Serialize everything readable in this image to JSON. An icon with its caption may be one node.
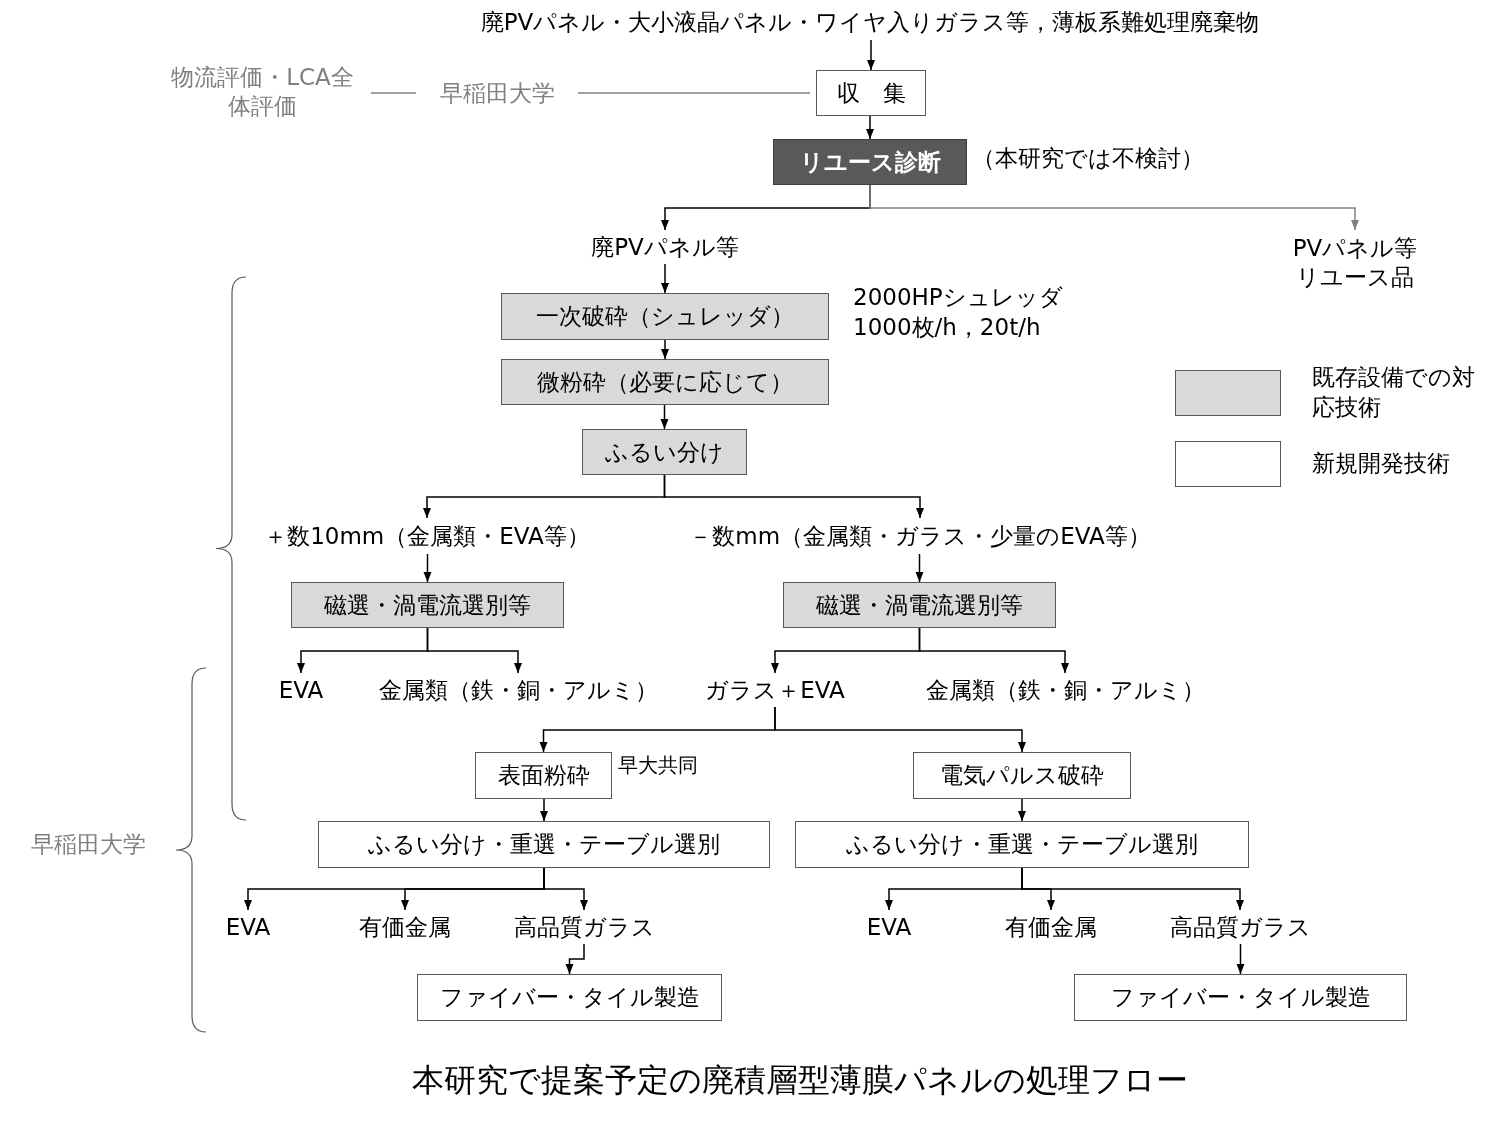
{
  "diagram": {
    "nodes": [
      {
        "text": [
          "廃PVパネル・大小液晶パネル・ワイヤ入りガラス等，薄板系難処理廃棄物"
        ]
      },
      {
        "text": [
          "収　集"
        ]
      },
      {
        "text": [
          "リユース診断"
        ],
        "beside": [
          "（本研究では不検討）"
        ]
      },
      {
        "text": [
          "廃PVパネル等"
        ]
      },
      {
        "text": [
          "PVパネル等リユース品"
        ]
      },
      {
        "text": [
          "一次破砕（シュレッダ）"
        ],
        "beside": [
          "2000HPシュレッダ",
          "1000枚/h，20t/h"
        ]
      },
      {
        "text": [
          "微粉砕（必要に応じて）"
        ]
      },
      {
        "text": [
          "ふるい分け"
        ]
      },
      {
        "text": [
          "＋数10mm（金属類・EVA等）"
        ]
      },
      {
        "text": [
          "－数mm（金属類・ガラス・少量のEVA等）"
        ]
      },
      {
        "text": [
          "磁選・渦電流選別等"
        ]
      },
      {
        "text": [
          "磁選・渦電流選別等"
        ]
      },
      {
        "text": [
          "EVA"
        ]
      },
      {
        "text": [
          "金属類（鉄・銅・アルミ）"
        ]
      },
      {
        "text": [
          "ガラス＋EVA"
        ]
      },
      {
        "text": [
          "金属類（鉄・銅・アルミ）"
        ]
      },
      {
        "text": [
          "表面粉砕"
        ],
        "beside": [
          "早大共同"
        ]
      },
      {
        "text": [
          "電気パルス破砕"
        ]
      },
      {
        "text": [
          "ふるい分け・重選・テーブル選別"
        ]
      },
      {
        "text": [
          "ふるい分け・重選・テーブル選別"
        ]
      },
      {
        "text": [
          "EVA"
        ]
      },
      {
        "text": [
          "有価金属"
        ]
      },
      {
        "text": [
          "高品質ガラス"
        ]
      },
      {
        "text": [
          "EVA"
        ]
      },
      {
        "text": [
          "有価金属"
        ]
      },
      {
        "text": [
          "高品質ガラス"
        ]
      },
      {
        "text": [
          "ファイバー・タイル製造"
        ]
      },
      {
        "text": [
          "ファイバー・タイル製造"
        ]
      },
      {
        "text": [
          "物流評価・LCA全体評価"
        ]
      },
      {
        "text": [
          "早稲田大学"
        ]
      }
    ],
    "edges": [
      {
        "from": 0,
        "to": 1,
        "arrow": "to"
      },
      {
        "from": 1,
        "to": 2,
        "arrow": "to"
      },
      {
        "from": 2,
        "to": 3,
        "arrow": "to"
      },
      {
        "from": 2,
        "to": 4,
        "arrow": "to",
        "color": "#808080"
      },
      {
        "from": 3,
        "to": 5,
        "arrow": "to"
      },
      {
        "from": 5,
        "to": 6,
        "arrow": "to"
      },
      {
        "from": 6,
        "to": 7,
        "arrow": "to"
      },
      {
        "from": 7,
        "to": 8,
        "arrow": "to"
      },
      {
        "from": 7,
        "to": 9,
        "arrow": "to"
      },
      {
        "from": 8,
        "to": 10,
        "arrow": "to"
      },
      {
        "from": 9,
        "to": 11,
        "arrow": "to"
      },
      {
        "from": 10,
        "to": 12,
        "arrow": "to"
      },
      {
        "from": 10,
        "to": 13,
        "arrow": "to"
      },
      {
        "from": 11,
        "to": 14,
        "arrow": "to"
      },
      {
        "from": 11,
        "to": 15,
        "arrow": "to"
      },
      {
        "from": 14,
        "to": 16,
        "arrow": "to"
      },
      {
        "from": 14,
        "to": 17,
        "arrow": "to"
      },
      {
        "from": 16,
        "to": 18,
        "arrow": "to"
      },
      {
        "from": 17,
        "to": 19,
        "arrow": "to"
      },
      {
        "from": 18,
        "to": 20,
        "arrow": "to"
      },
      {
        "from": 18,
        "to": 21,
        "arrow": "to"
      },
      {
        "from": 18,
        "to": 22,
        "arrow": "to"
      },
      {
        "from": 19,
        "to": 23,
        "arrow": "to"
      },
      {
        "from": 19,
        "to": 24,
        "arrow": "to"
      },
      {
        "from": 19,
        "to": 25,
        "arrow": "to"
      },
      {
        "from": 22,
        "to": 26,
        "arrow": "to"
      },
      {
        "from": 25,
        "to": 27,
        "arrow": "to"
      },
      {
        "from": 28,
        "to": 29,
        "arrow": "none",
        "color": "#808080"
      },
      {
        "from": 29,
        "to": 1,
        "arrow": "none",
        "color": "#808080"
      }
    ],
    "labels": [
      "早稲田大学"
    ],
    "legend": [
      {
        "text": "既存設備での対応技術",
        "color": "#d9d9d9"
      },
      {
        "text": "新規開発技術",
        "color": "#ffffff"
      }
    ],
    "caption": "本研究で提案予定の廃積層型薄膜パネルの処理フロー"
  }
}
